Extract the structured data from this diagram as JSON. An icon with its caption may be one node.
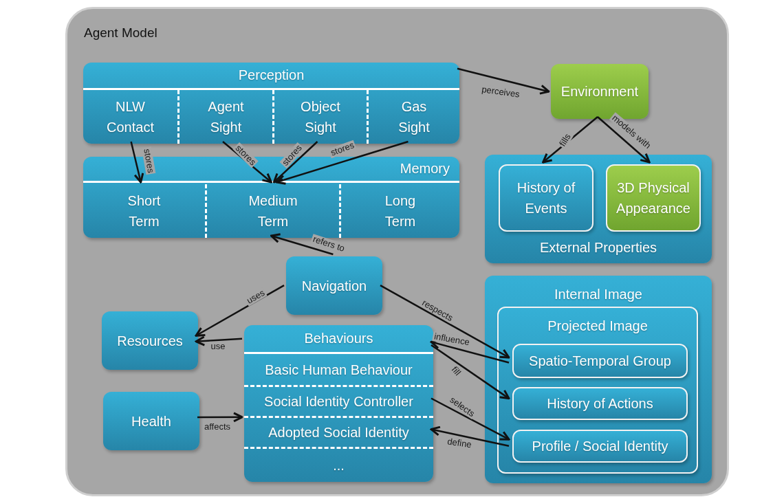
{
  "diagram": {
    "nodes": [
      {
        "text": [
          "Agent Model"
        ]
      },
      {
        "text": [
          "Perception"
        ],
        "in": 0
      },
      {
        "text": [
          "NLW Contact"
        ],
        "in": 1
      },
      {
        "text": [
          "Agent Sight"
        ],
        "in": 1
      },
      {
        "text": [
          "Object Sight"
        ],
        "in": 1
      },
      {
        "text": [
          "Gas Sight"
        ],
        "in": 1
      },
      {
        "text": [
          "Environment"
        ],
        "in": 0
      },
      {
        "text": [
          "Memory"
        ],
        "in": 0
      },
      {
        "text": [
          "Short Term"
        ],
        "in": 7
      },
      {
        "text": [
          "Medium Term"
        ],
        "in": 7
      },
      {
        "text": [
          "Long Term"
        ],
        "in": 7
      },
      {
        "text": [
          "External Properties"
        ],
        "in": 0
      },
      {
        "text": [
          "History of Events"
        ],
        "in": 11
      },
      {
        "text": [
          "3D Physical Appearance"
        ],
        "in": 11
      },
      {
        "text": [
          "Navigation"
        ],
        "in": 0
      },
      {
        "text": [
          "Internal Image"
        ],
        "in": 0
      },
      {
        "text": [
          "Projected Image"
        ],
        "in": 15
      },
      {
        "text": [
          "Spatio-Temporal Group"
        ],
        "in": 16
      },
      {
        "text": [
          "History of Actions"
        ],
        "in": 16
      },
      {
        "text": [
          "Profile / Social Identity"
        ],
        "in": 16
      },
      {
        "text": [
          "Resources"
        ],
        "in": 0
      },
      {
        "text": [
          "Behaviours"
        ],
        "in": 0
      },
      {
        "text": [
          "Basic Human Behaviour"
        ],
        "in": 21
      },
      {
        "text": [
          "Social Identity Controller"
        ],
        "in": 21
      },
      {
        "text": [
          "Adopted Social Identity"
        ],
        "in": 21
      },
      {
        "text": [
          "..."
        ],
        "in": 21
      },
      {
        "text": [
          "Health"
        ],
        "in": 0
      }
    ],
    "edges": [
      {
        "from": 1,
        "to": 6,
        "arrow": "to",
        "label": "perceives"
      },
      {
        "from": 2,
        "to": 8,
        "arrow": "to",
        "label": "stores"
      },
      {
        "from": 3,
        "to": 9,
        "arrow": "to",
        "label": "stores"
      },
      {
        "from": 4,
        "to": 9,
        "arrow": "to",
        "label": "stores"
      },
      {
        "from": 5,
        "to": 9,
        "arrow": "to",
        "label": "stores"
      },
      {
        "from": 6,
        "to": 12,
        "arrow": "to",
        "label": "fills"
      },
      {
        "from": 6,
        "to": 13,
        "arrow": "to",
        "label": "models with"
      },
      {
        "from": 14,
        "to": 9,
        "arrow": "to",
        "label": "refers to"
      },
      {
        "from": 14,
        "to": 20,
        "arrow": "to",
        "label": "uses"
      },
      {
        "from": 21,
        "to": 20,
        "arrow": "to",
        "label": "use"
      },
      {
        "from": 26,
        "to": 21,
        "arrow": "to",
        "label": "affects"
      },
      {
        "from": 14,
        "to": 17,
        "arrow": "to",
        "label": "respects"
      },
      {
        "from": 17,
        "to": 21,
        "arrow": "to",
        "label": "influence"
      },
      {
        "from": 21,
        "to": 18,
        "arrow": "to",
        "label": "fill"
      },
      {
        "from": 23,
        "to": 19,
        "arrow": "to",
        "label": "selects"
      },
      {
        "from": 19,
        "to": 24,
        "arrow": "to",
        "label": "define"
      }
    ]
  }
}
